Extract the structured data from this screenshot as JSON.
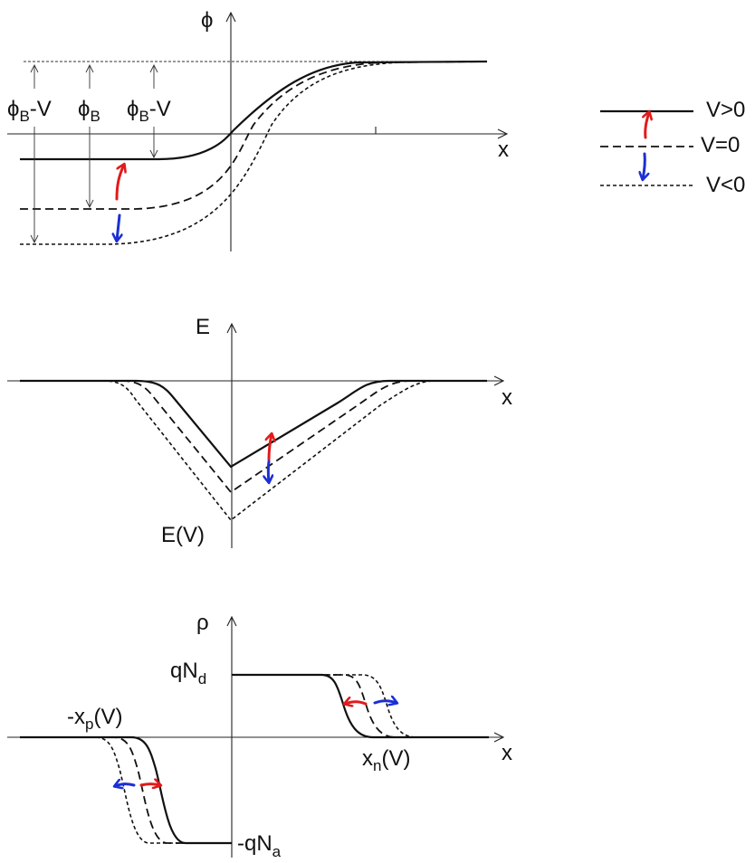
{
  "legend": [
    {
      "label": "V>0",
      "style": "solid"
    },
    {
      "label": "V=0",
      "style": "dashed"
    },
    {
      "label": "V<0",
      "style": "dotted"
    }
  ],
  "potential_plot": {
    "y_axis": "ϕ",
    "x_axis": "x",
    "labels": {
      "left_phi": "ϕ",
      "left_sub": "B",
      "left_suffix": "-V",
      "mid_phi": "ϕ",
      "mid_sub": "B",
      "right_phi": "ϕ",
      "right_sub": "B",
      "right_suffix": "-V"
    }
  },
  "field_plot": {
    "y_axis": "E",
    "x_axis": "x",
    "min_label": "E(V)"
  },
  "charge_plot": {
    "y_axis": "ρ",
    "x_axis": "x",
    "donor_label": "qN",
    "donor_sub": "d",
    "acceptor_label": "-qN",
    "acceptor_sub": "a",
    "xp_prefix": "-x",
    "xp_sub": "p",
    "xp_suffix": "(V)",
    "xn_prefix": "x",
    "xn_sub": "n",
    "xn_suffix": "(V)"
  },
  "colors": {
    "increase_arrow": "#e21a1a",
    "decrease_arrow": "#1b2fd6",
    "curve": "#111111"
  }
}
